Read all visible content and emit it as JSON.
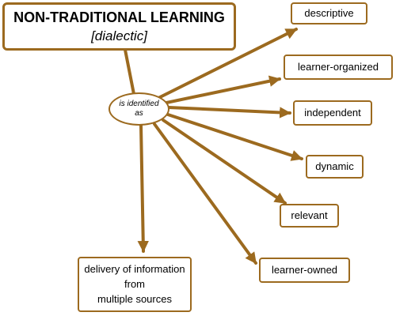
{
  "colors": {
    "accent": "#9c6a1f",
    "node_fill": "#ffffff",
    "text": "#000000"
  },
  "diagram": {
    "main_concept": {
      "title": "NON-TRADITIONAL LEARNING",
      "subtitle": "[dialectic]"
    },
    "linking_phrase": "is identified as",
    "concepts": [
      "descriptive",
      "learner-organized",
      "independent",
      "dynamic",
      "relevant",
      "learner-owned"
    ],
    "delivery_concept": {
      "lines": [
        "delivery of information",
        "from",
        "multiple sources"
      ]
    }
  }
}
